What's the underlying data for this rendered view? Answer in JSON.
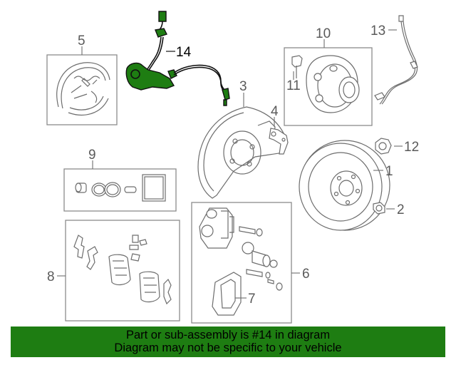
{
  "callouts": {
    "c1": "1",
    "c2": "2",
    "c3": "3",
    "c4": "4",
    "c5": "5",
    "c6": "6",
    "c7": "7",
    "c8": "8",
    "c9": "9",
    "c10": "10",
    "c11": "11",
    "c12": "12",
    "c13": "13",
    "c14": "14"
  },
  "highlight": {
    "part": "14",
    "color": "#1e7d12"
  },
  "banner": {
    "line1": "Part or sub-assembly is #14 in diagram",
    "line2": "Diagram may not be specific to your vehicle",
    "color": "#1e7d12"
  }
}
